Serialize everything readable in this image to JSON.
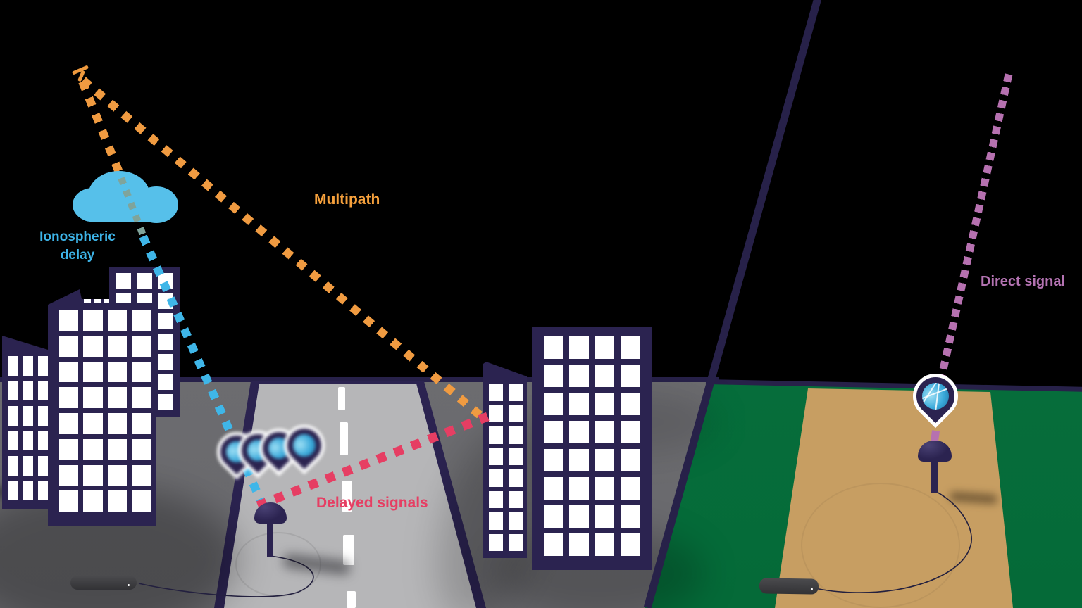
{
  "title": "GNSS signal error sources infographic",
  "labels": {
    "ionospheric_delay": {
      "line1": "Ionospheric",
      "line2": "delay",
      "color": "#3db4e8"
    },
    "multipath": {
      "text": "Multipath",
      "color": "#f5a03c"
    },
    "delayed_signals": {
      "text": "Delayed signals",
      "color": "#e63e63"
    },
    "direct_signal": {
      "text": "Direct signal",
      "color": "#b473b2"
    }
  },
  "colors": {
    "sky": "#000000",
    "building_navy": "#2b2350",
    "horizon_navy": "#272149",
    "city_ground": "#707073",
    "road": "#b6b6b8",
    "field_green": "#077340",
    "dirt_path": "#c79e62",
    "cloud_blue": "#56c0ea",
    "signal_orange": "#f09b41",
    "signal_blue": "#3fb6e8",
    "signal_pink": "#e63e63",
    "signal_mauve": "#b671b0",
    "pin_globe": "#3aa9da"
  },
  "icons": {
    "satellite_mark": "orange T-shaped satellite tick at signal origin",
    "cloud": "ionosphere cloud",
    "location_pin": "map pin with globe",
    "blurred_pin_cluster": "four smeared location pins (position error)",
    "gnss_antenna": "mushroom antenna on stalk",
    "gnss_receiver": "ground receiver box with cable"
  }
}
